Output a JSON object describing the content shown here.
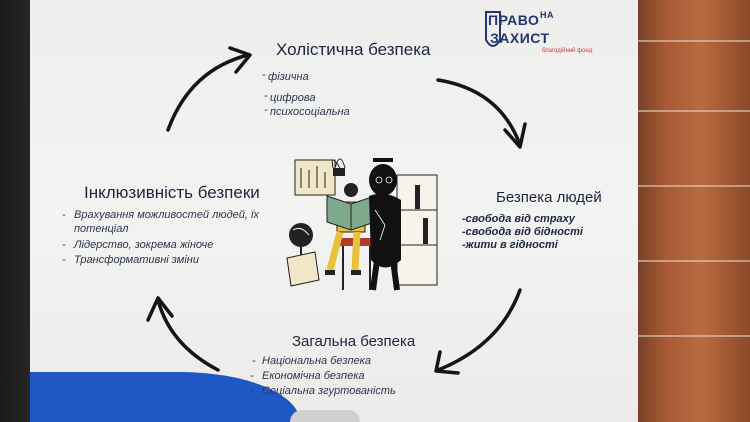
{
  "logo": {
    "line1": "ПРАВО",
    "line1_small": "НА",
    "line2": "ЗАХИСТ",
    "tagline": "благодійний фонд"
  },
  "top": {
    "heading": "Холістична безпека",
    "items": [
      "фізична",
      "цифрова",
      "психосоціальна"
    ]
  },
  "left": {
    "heading": "Інклюзивність безпеки",
    "items": [
      "Врахування можливостей людей, їх",
      "потенціал",
      "Лідерство, зокрема жіноче",
      "Трансформативні зміни"
    ]
  },
  "right": {
    "heading": "Безпека людей",
    "items": [
      "-свобода від страху",
      "-свобода від бідності",
      "-жити в гідності"
    ]
  },
  "bottom": {
    "heading": "Загальна безпека",
    "items": [
      "Національна безпека",
      "Економічна безпека",
      "Соціальна згуртованість"
    ]
  },
  "colors": {
    "text": "#1c2640",
    "accent_blue": "#1f57c4",
    "logo_blue": "#24356f",
    "logo_red": "#d03c3c"
  },
  "icons": [
    "cycle-arrow-icon",
    "reading-person-illustration"
  ]
}
